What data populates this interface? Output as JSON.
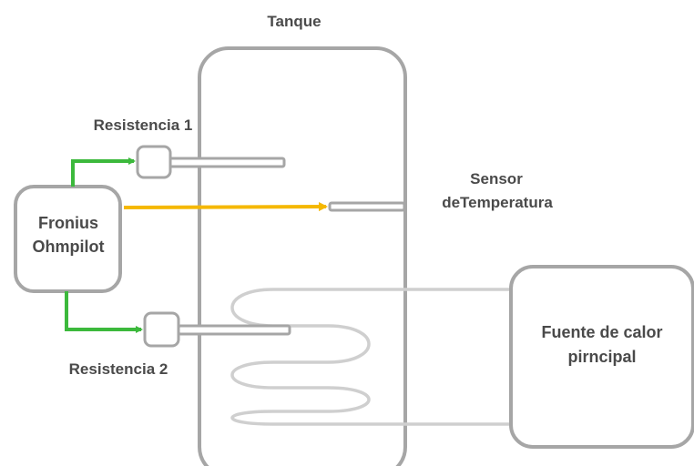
{
  "diagram": {
    "tank_label": "Tanque",
    "resistance1_label": "Resistencia 1",
    "resistance2_label": "Resistencia 2",
    "controller_label_line1": "Fronius",
    "controller_label_line2": "Ohmpilot",
    "sensor_label_line1": "Sensor",
    "sensor_label_line2": "deTemperatura",
    "heat_source_label_line1": "Fuente de calor",
    "heat_source_label_line2": "pirncipal"
  },
  "colors": {
    "outline": "#a6a6a6",
    "text": "#4a4a4a",
    "power_line": "#3cb93c",
    "sensor_line": "#f5b800",
    "coil": "#cfcfcf"
  }
}
